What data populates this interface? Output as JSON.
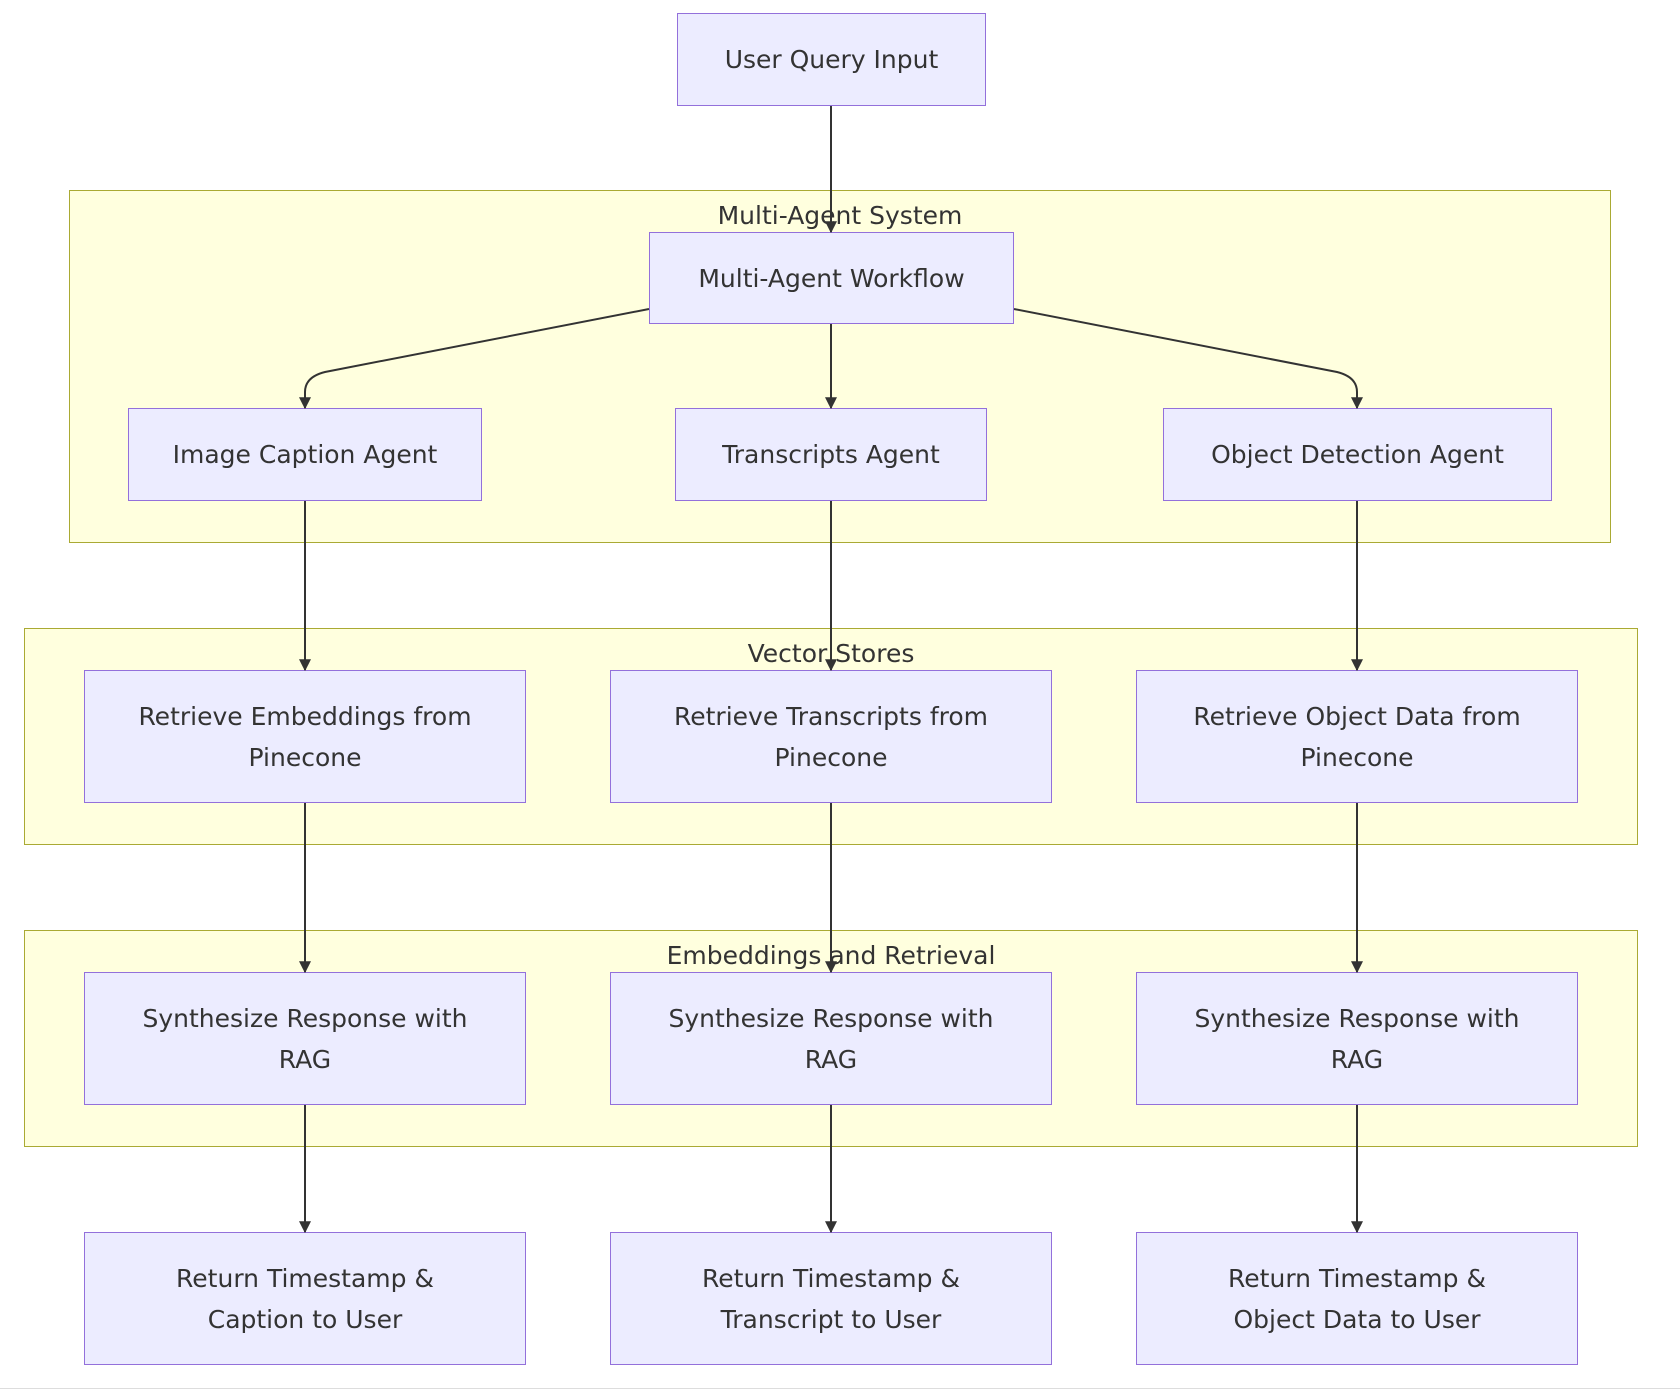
{
  "clusters": [
    {
      "id": "multi",
      "title": "Multi-Agent System"
    },
    {
      "id": "vector",
      "title": "Vector Stores"
    },
    {
      "id": "embed",
      "title": "Embeddings and Retrieval"
    }
  ],
  "nodes": [
    {
      "id": "user_query",
      "label": "User Query Input"
    },
    {
      "id": "workflow",
      "label": "Multi-Agent Workflow"
    },
    {
      "id": "caption_agent",
      "label": "Image Caption Agent"
    },
    {
      "id": "transcripts_agent",
      "label": "Transcripts Agent"
    },
    {
      "id": "object_agent",
      "label": "Object Detection Agent"
    },
    {
      "id": "retrieve_embeddings",
      "label": "Retrieve Embeddings from\nPinecone"
    },
    {
      "id": "retrieve_transcripts",
      "label": "Retrieve Transcripts from\nPinecone"
    },
    {
      "id": "retrieve_objects",
      "label": "Retrieve Object Data from\nPinecone"
    },
    {
      "id": "synth_1",
      "label": "Synthesize Response with\nRAG"
    },
    {
      "id": "synth_2",
      "label": "Synthesize Response with\nRAG"
    },
    {
      "id": "synth_3",
      "label": "Synthesize Response with\nRAG"
    },
    {
      "id": "return_caption",
      "label": "Return Timestamp &\nCaption to User"
    },
    {
      "id": "return_transcript",
      "label": "Return Timestamp &\nTranscript to User"
    },
    {
      "id": "return_object",
      "label": "Return Timestamp &\nObject Data to User"
    }
  ],
  "edges": [
    {
      "from": "user_query",
      "to": "workflow"
    },
    {
      "from": "workflow",
      "to": "caption_agent"
    },
    {
      "from": "workflow",
      "to": "transcripts_agent"
    },
    {
      "from": "workflow",
      "to": "object_agent"
    },
    {
      "from": "caption_agent",
      "to": "retrieve_embeddings"
    },
    {
      "from": "transcripts_agent",
      "to": "retrieve_transcripts"
    },
    {
      "from": "object_agent",
      "to": "retrieve_objects"
    },
    {
      "from": "retrieve_embeddings",
      "to": "synth_1"
    },
    {
      "from": "retrieve_transcripts",
      "to": "synth_2"
    },
    {
      "from": "retrieve_objects",
      "to": "synth_3"
    },
    {
      "from": "synth_1",
      "to": "return_caption"
    },
    {
      "from": "synth_2",
      "to": "return_transcript"
    },
    {
      "from": "synth_3",
      "to": "return_object"
    }
  ],
  "colors": {
    "node_fill": "#ececff",
    "node_border": "#9370db",
    "cluster_fill": "#ffffde",
    "cluster_border": "#aaaa33",
    "edge": "#333333",
    "text": "#333333"
  }
}
